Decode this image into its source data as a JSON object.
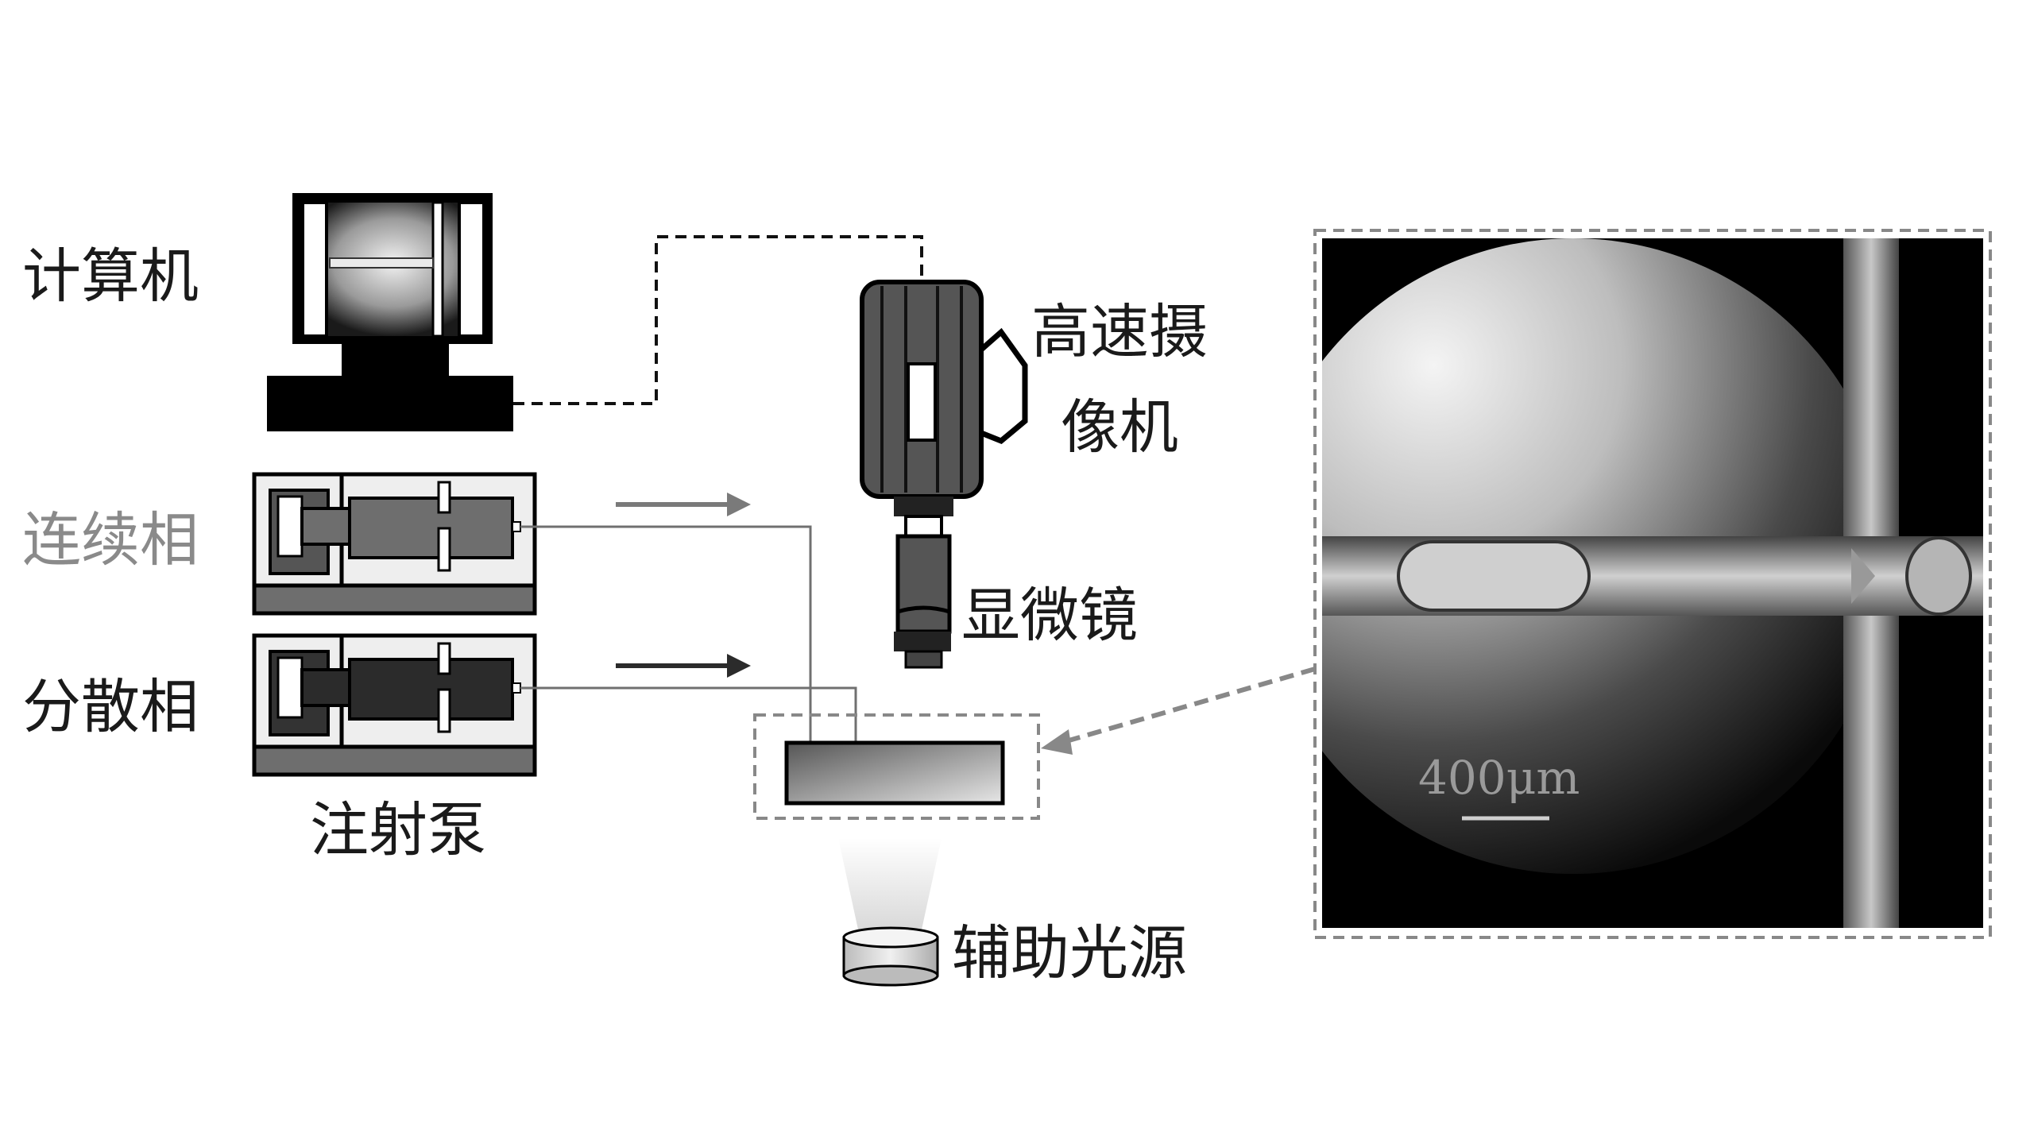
{
  "labels": {
    "computer": "计算机",
    "highspeed_camera_line1": "高速摄",
    "highspeed_camera_line2": "像机",
    "continuous_phase": "连续相",
    "dispersed_phase": "分散相",
    "microscope": "显微镜",
    "syringe_pump": "注射泵",
    "aux_light": "辅助光源",
    "scale_bar": "400μm"
  },
  "colors": {
    "dark": "#1a1a1a",
    "gray_text": "#8a8a8a",
    "continuous_pump": "#6e6e6e",
    "dispersed_pump": "#2b2b2b",
    "line": "#707070"
  }
}
